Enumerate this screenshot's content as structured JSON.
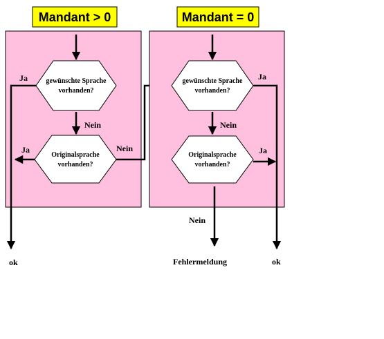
{
  "colors": {
    "title_background": "#ffff00",
    "panel_background": "#ffc0e0",
    "decision_fill": "#ffffff",
    "line": "#000000"
  },
  "left_panel": {
    "title": "Mandant > 0",
    "decision1": {
      "line1": "gewünschte Sprache",
      "line2": "vorhanden?"
    },
    "decision2": {
      "line1": "Originalsprache",
      "line2": "vorhanden?"
    },
    "ja1": "Ja",
    "nein1": "Nein",
    "ja2": "Ja",
    "nein2": "Nein",
    "result": "ok"
  },
  "right_panel": {
    "title": "Mandant = 0",
    "decision1": {
      "line1": "gewünschte Sprache",
      "line2": "vorhanden?"
    },
    "decision2": {
      "line1": "Originalsprache",
      "line2": "vorhanden?"
    },
    "ja1": "Ja",
    "nein1": "Nein",
    "ja2": "Ja",
    "nein2": "Nein",
    "error_result": "Fehlermeldung",
    "result": "ok"
  }
}
